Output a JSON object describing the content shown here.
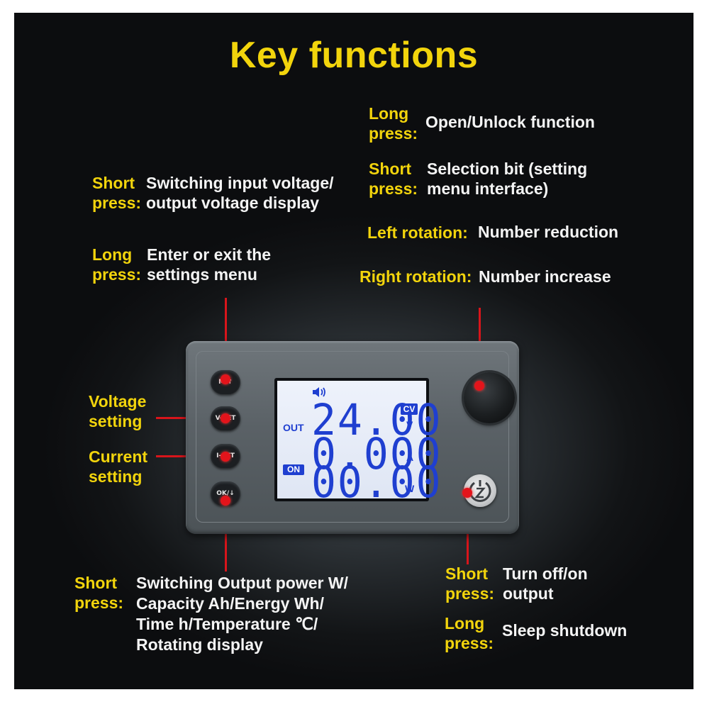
{
  "title": "Key functions",
  "top_right": {
    "long_press_label": [
      "Long",
      "press:"
    ],
    "long_press_desc": "Open/Unlock function",
    "short_press_label": [
      "Short",
      "press:"
    ],
    "short_press_desc": [
      "Selection bit (setting",
      "menu interface)"
    ],
    "left_rotation_label": "Left rotation:",
    "left_rotation_desc": "Number reduction",
    "right_rotation_label": "Right rotation:",
    "right_rotation_desc": "Number increase"
  },
  "top_left": {
    "short_press_label": [
      "Short",
      "press:"
    ],
    "short_press_desc": [
      "Switching input voltage/",
      "output voltage display"
    ],
    "long_press_label": [
      "Long",
      "press:"
    ],
    "long_press_desc": [
      "Enter or exit the",
      "settings menu"
    ]
  },
  "left_side": {
    "voltage_label": [
      "Voltage",
      "setting"
    ],
    "current_label": [
      "Current",
      "setting"
    ]
  },
  "bottom_left": {
    "short_press_label": [
      "Short",
      "press:"
    ],
    "short_press_desc": [
      "Switching Output power W/",
      "Capacity Ah/Energy Wh/",
      "Time h/Temperature ℃/",
      "Rotating display"
    ]
  },
  "bottom_right": {
    "short_press_label": [
      "Short",
      "press:"
    ],
    "short_press_desc": [
      "Turn off/on",
      "output"
    ],
    "long_press_label": [
      "Long",
      "press:"
    ],
    "long_press_desc": "Sleep shutdown"
  },
  "device": {
    "buttons": [
      "M/↑",
      "V-SET",
      "I-SET",
      "OK/↓"
    ],
    "lcd": {
      "voltage": "24.00",
      "current": "0.000",
      "power": "00.00",
      "cv_badge": "CV",
      "out_label": "OUT",
      "on_badge": "ON",
      "unit_v": "V",
      "unit_a": "A",
      "unit_w": "W"
    },
    "power_icon": "power-z-icon"
  },
  "colors": {
    "accent_yellow": "#f2d40c",
    "line_red": "#d8151b",
    "lcd_blue": "#1f3fd0",
    "background": "#0c0d0f"
  }
}
